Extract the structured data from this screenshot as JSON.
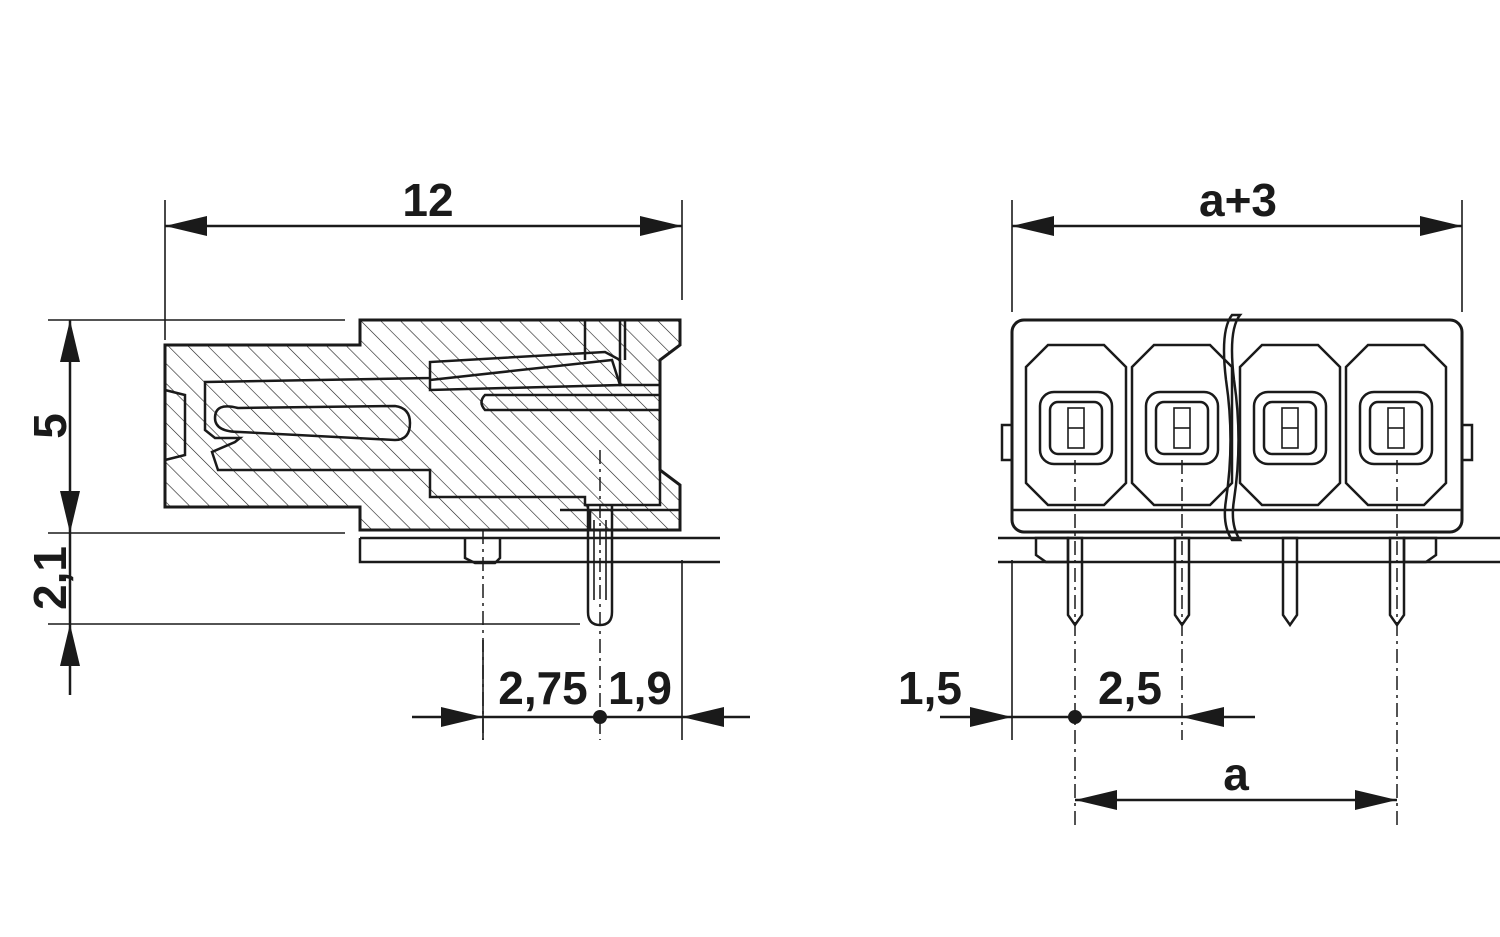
{
  "side_view": {
    "width_label": "12",
    "height_label": "5",
    "pin_length_label": "2,1",
    "offset_left_label": "2,75",
    "offset_right_label": "1,9"
  },
  "front_view": {
    "width_label": "a+3",
    "edge_label": "1,5",
    "pitch_label": "2,5",
    "span_label": "a"
  },
  "colors": {
    "ink": "#1a1a1a",
    "contact_fill": "#d8d8d8",
    "window_fill": "#cfcfcf"
  }
}
